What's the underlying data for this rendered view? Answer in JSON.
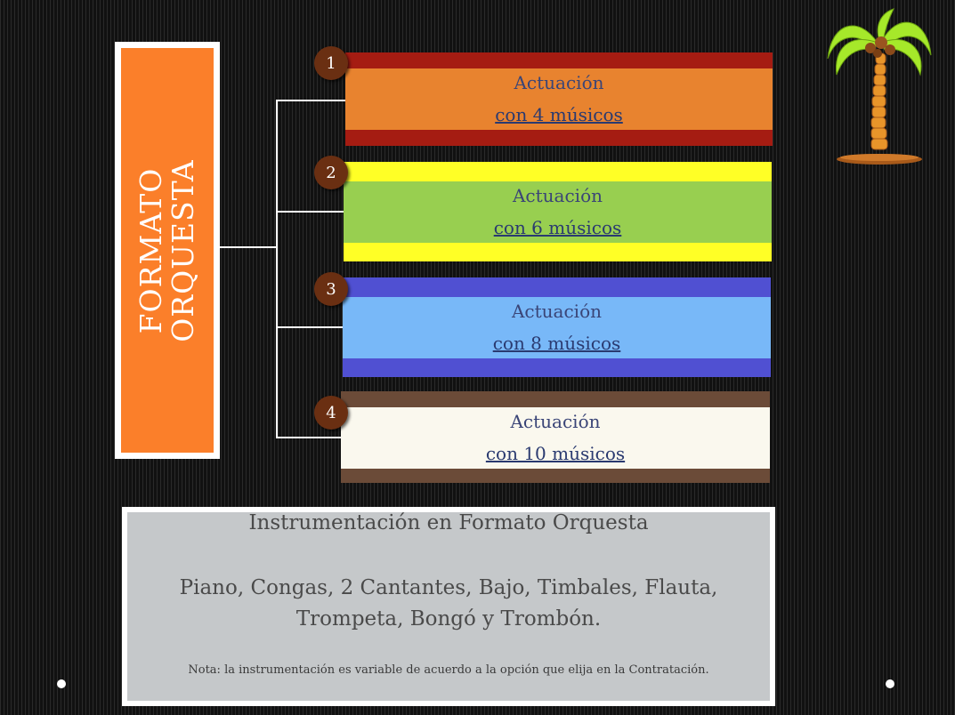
{
  "title": {
    "line1": "FORMATO",
    "line2": "ORQUESTA",
    "color": "#fb7f2a"
  },
  "cards": [
    {
      "number": "1",
      "line1": "Actuación",
      "line2": "con 4 músicos",
      "band_color": "#a51c12",
      "body_color": "#e8832f"
    },
    {
      "number": "2",
      "line1": "Actuación",
      "line2": "con 6 músicos",
      "band_color": "#ffff26",
      "body_color": "#98cf50"
    },
    {
      "number": "3",
      "line1": "Actuación",
      "line2": "con 8 músicos",
      "band_color": "#5050d2",
      "body_color": "#78b8f8"
    },
    {
      "number": "4",
      "line1": "Actuación",
      "line2": "con 10 músicos",
      "band_color": "#6b4b38",
      "body_color": "#faf8ee"
    }
  ],
  "info": {
    "title": "Instrumentación en Formato Orquesta",
    "instruments_line1": "Piano, Congas, 2 Cantantes, Bajo, Timbales, Flauta,",
    "instruments_line2": "Trompeta, Bongó y Trombón.",
    "note": "Nota: la instrumentación es variable de acuerdo a la opción que elija en la Contratación."
  },
  "decoration": {
    "icon": "palm-tree-icon"
  }
}
